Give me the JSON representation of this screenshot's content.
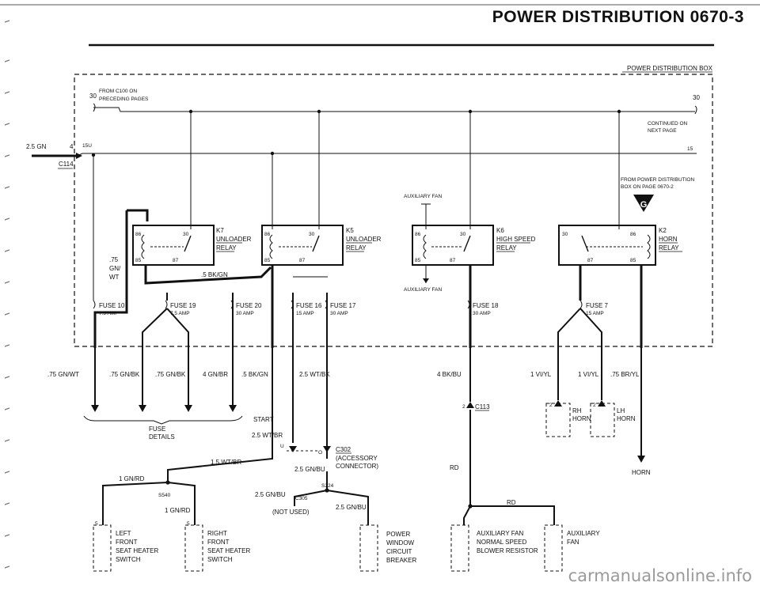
{
  "header": {
    "title": "POWER DISTRIBUTION   0670-3"
  },
  "watermark": "carmanualsonline.info",
  "box": {
    "title": "POWER DISTRIBUTION BOX",
    "from_c100": "FROM C100 ON",
    "preceding": "PRECEDING PAGES",
    "term30": "30",
    "term30r": "30",
    "continued": "CONTINUED ON",
    "next_page": "NEXT PAGE",
    "term15u": "15U",
    "term15r": "15",
    "from_pdb1": "FROM POWER DISTRIBUTION",
    "from_pdb2": "BOX ON PAGE 0670-2",
    "aux_fan_top": "AUXILIARY FAN",
    "aux_fan_bottom": "AUXILIARY FAN",
    "g_marker": "G"
  },
  "left_feed": {
    "wire": "2.5 GN",
    "pin": "4",
    "connector": "C114"
  },
  "relays": [
    {
      "id": "K7",
      "name1": "UNLOADER",
      "name2": "RELAY",
      "p86": "86",
      "p30": "30",
      "p85": "85",
      "p87": "87"
    },
    {
      "id": "K5",
      "name1": "UNLOADER",
      "name2": "RELAY",
      "p86": "86",
      "p30": "30",
      "p85": "85",
      "p87": "87"
    },
    {
      "id": "K6",
      "name1": "HIGH SPEED",
      "name2": "RELAY",
      "p86": "86",
      "p30": "30",
      "p85": "85",
      "p87": "87"
    },
    {
      "id": "K2",
      "name1": "HORN",
      "name2": "RELAY",
      "p86": "86",
      "p30": "30",
      "p85": "85",
      "p87": "87"
    }
  ],
  "fuses": [
    {
      "name": "FUSE 10",
      "rating": "7.5 AMP"
    },
    {
      "name": "FUSE 19",
      "rating": "7.5 AMP"
    },
    {
      "name": "FUSE 20",
      "rating": "30 AMP"
    },
    {
      "name": "FUSE 16",
      "rating": "15 AMP"
    },
    {
      "name": "FUSE 17",
      "rating": "30 AMP"
    },
    {
      "name": "FUSE 18",
      "rating": "30 AMP"
    },
    {
      "name": "FUSE 7",
      "rating": "15 AMP"
    }
  ],
  "wires": {
    "w075gnwt_a": ".75",
    "w075gnwt_b": "GN/",
    "w075gnwt_c": "WT",
    "w5bkgn_mid": ".5 BK/GN",
    "w_left": ".75 GN/WT",
    "w_gnbk1": ".75 GN/BK",
    "w_gnbk2": ".75 GN/BK",
    "w_4gnbr": "4 GN/BR",
    "w_5bkgn": ".5 BK/GN",
    "w_25wtbk": "2.5 WT/BK",
    "w_4bkbu": "4 BK/BU",
    "w_1viyl1": "1 VI/YL",
    "w_1viyl2": "1 VI/YL",
    "w_75bryl": ".75 BR/YL",
    "start": "START",
    "w_25wtbr": "2.5 WT/BR",
    "w_15wtbr": "1.5 WT/BR",
    "w_1gnrd": "1 GN/RD",
    "w_1gnrd2": "1 GN/RD",
    "w_25gnbu1": "2.5 GN/BU",
    "w_25gnbu2": "2.5 GN/BU",
    "w_25gnbu3": "2.5 GN/BU",
    "rd1": "RD",
    "rd2": "RD"
  },
  "fuse_details": {
    "l1": "FUSE",
    "l2": "DETAILS"
  },
  "connectors": {
    "c302": "C302",
    "c302_a": "(ACCESSORY",
    "c302_b": "CONNECTOR)",
    "c305": "C305",
    "not_used": "(NOT USED)",
    "s540": "S540",
    "s224": "S224",
    "c113": "C113",
    "pin_u": "U",
    "pin_o": "O",
    "pin_2a": "2",
    "pin_2b": "2",
    "pin_2c": "2",
    "pin_5a": "5",
    "pin_5b": "5"
  },
  "components": {
    "left_seat": [
      "LEFT",
      "FRONT",
      "SEAT HEATER",
      "SWITCH"
    ],
    "right_seat": [
      "RIGHT",
      "FRONT",
      "SEAT HEATER",
      "SWITCH"
    ],
    "power_window": [
      "POWER",
      "WINDOW",
      "CIRCUIT",
      "BREAKER"
    ],
    "aux_resistor": [
      "AUXILIARY FAN",
      "NORMAL SPEED",
      "BLOWER RESISTOR"
    ],
    "aux_fan": [
      "AUXILIARY",
      "FAN"
    ],
    "rh_horn": [
      "RH",
      "HORN"
    ],
    "lh_horn": [
      "LH",
      "HORN"
    ],
    "horn": "HORN"
  }
}
